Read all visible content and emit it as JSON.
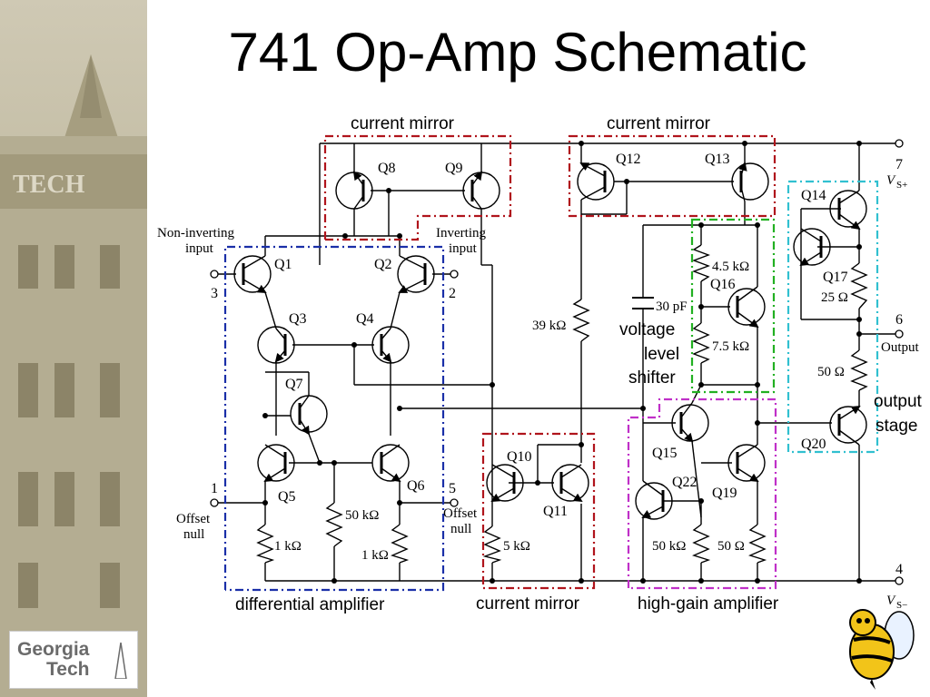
{
  "slide": {
    "title": "741 Op-Amp Schematic"
  },
  "logo": {
    "line1": "Georgia",
    "line2": "Tech"
  },
  "sidebar": {
    "sign_text": "TECH",
    "mascot_icon": "yellow-jacket-icon"
  },
  "blocks": {
    "current_mirror_1": "current mirror",
    "current_mirror_2": "current mirror",
    "current_mirror_3": "current mirror",
    "differential_amplifier": "differential amplifier",
    "high_gain_amplifier": "high-gain amplifier",
    "voltage_level_shifter_1": "voltage",
    "voltage_level_shifter_2": "level",
    "voltage_level_shifter_3": "shifter",
    "output_stage_1": "output",
    "output_stage_2": "stage",
    "colors": {
      "mirror": "#b0141c",
      "diff_amp": "#1a2fa8",
      "shifter": "#22b022",
      "high_gain": "#c030c8",
      "output": "#31c0d0"
    }
  },
  "transistors": {
    "q1": "Q1",
    "q2": "Q2",
    "q3": "Q3",
    "q4": "Q4",
    "q5": "Q5",
    "q6": "Q6",
    "q7": "Q7",
    "q8": "Q8",
    "q9": "Q9",
    "q10": "Q10",
    "q11": "Q11",
    "q12": "Q12",
    "q13": "Q13",
    "q14": "Q14",
    "q15": "Q15",
    "q16": "Q16",
    "q17": "Q17",
    "q19": "Q19",
    "q20": "Q20",
    "q22": "Q22"
  },
  "components": {
    "r_39k": "39 kΩ",
    "r_4_5k": "4.5 kΩ",
    "r_7_5k": "7.5 kΩ",
    "c_30p": "30 pF",
    "r_25": "25 Ω",
    "r_50_out": "50 Ω",
    "r_1k_left": "1 kΩ",
    "r_50k_mid": "50 kΩ",
    "r_1k_right": "1 kΩ",
    "r_5k": "5 kΩ",
    "r_50k_hg": "50 kΩ",
    "r_50_hg": "50 Ω"
  },
  "pins": {
    "p7": "7",
    "vs_plus": "V",
    "vs_plus_sub": "S+",
    "p6": "6",
    "output": "Output",
    "p4": "4",
    "vs_minus": "V",
    "vs_minus_sub": "S−",
    "p3": "3",
    "p2": "2",
    "p1": "1",
    "p5": "5",
    "non_inverting_1": "Non-inverting",
    "non_inverting_2": "input",
    "inverting_1": "Inverting",
    "inverting_2": "input",
    "offset_null_left_1": "Offset",
    "offset_null_left_2": "null",
    "offset_null_right_1": "Offset",
    "offset_null_right_2": "null"
  }
}
